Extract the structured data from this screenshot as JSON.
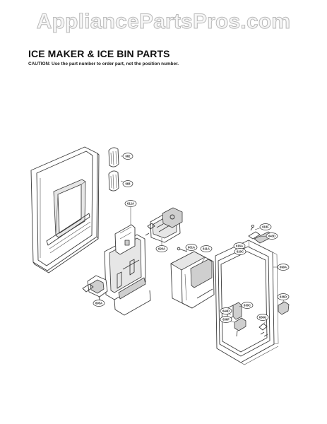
{
  "watermark": "AppliancePartsPros.com",
  "header": {
    "title": "ICE MAKER & ICE BIN PARTS",
    "caution": "CAUTION: Use the part number to order part, not the position number."
  },
  "callouts": [
    {
      "id": "callout-682",
      "label": "682"
    },
    {
      "id": "callout-683",
      "label": "683"
    },
    {
      "id": "callout-612a",
      "label": "612A"
    },
    {
      "id": "callout-620a",
      "label": "620A"
    },
    {
      "id": "callout-601a",
      "label": "601A"
    },
    {
      "id": "callout-611a",
      "label": "611A"
    },
    {
      "id": "callout-616a",
      "label": "616A"
    },
    {
      "id": "callout-695a",
      "label": "695A"
    },
    {
      "id": "callout-618f",
      "label": "618F"
    },
    {
      "id": "callout-643d",
      "label": "643D"
    },
    {
      "id": "callout-620c",
      "label": "620C"
    },
    {
      "id": "callout-690a",
      "label": "690A"
    },
    {
      "id": "callout-636d",
      "label": "636D"
    },
    {
      "id": "callout-630c",
      "label": "630C"
    },
    {
      "id": "callout-644d",
      "label": "644D"
    },
    {
      "id": "callout-636f",
      "label": "636F"
    },
    {
      "id": "callout-636g",
      "label": "636G"
    }
  ]
}
